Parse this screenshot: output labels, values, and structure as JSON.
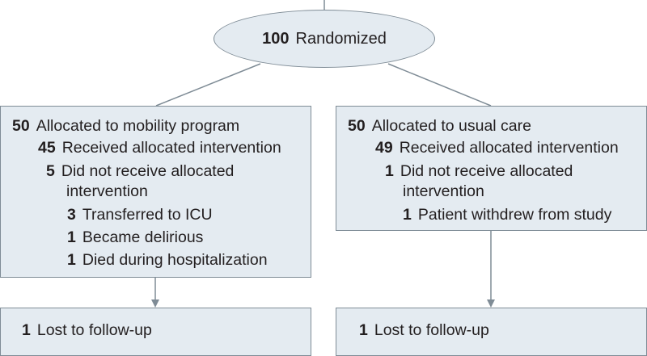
{
  "top": {
    "count": "100",
    "label": "Randomized"
  },
  "left_arm": {
    "allocated_count": "50",
    "allocated_label": "Allocated to mobility program",
    "received_count": "45",
    "received_label": "Received allocated intervention",
    "not_received_count": "5",
    "not_received_label_1": "Did not receive allocated",
    "not_received_label_2": "intervention",
    "reasons": [
      {
        "count": "3",
        "label": "Transferred to ICU"
      },
      {
        "count": "1",
        "label": "Became delirious"
      },
      {
        "count": "1",
        "label": "Died during hospitalization"
      }
    ],
    "followup_count": "1",
    "followup_label": "Lost to follow-up"
  },
  "right_arm": {
    "allocated_count": "50",
    "allocated_label": "Allocated to usual care",
    "received_count": "49",
    "received_label": "Received allocated intervention",
    "not_received_count": "1",
    "not_received_label_1": "Did not receive allocated",
    "not_received_label_2": "intervention",
    "reasons": [
      {
        "count": "1",
        "label": "Patient withdrew from study"
      }
    ],
    "followup_count": "1",
    "followup_label": "Lost to follow-up"
  },
  "colors": {
    "box_fill": "#e4ebf1",
    "box_border": "#7f8c96",
    "line": "#7f8c96",
    "text": "#231f20"
  }
}
